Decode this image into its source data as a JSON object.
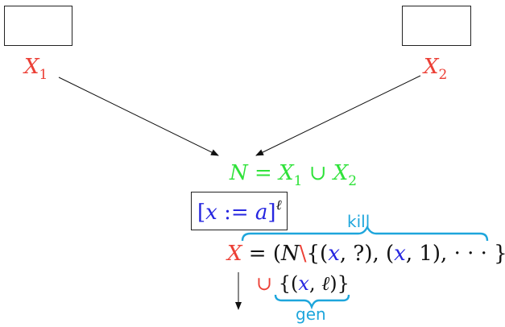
{
  "colors": {
    "red": "#ec3f35",
    "green": "#2fe23a",
    "blue": "#2626e0",
    "cyan": "#1ea6dc",
    "black": "#111111"
  },
  "nodes": {
    "x1": {
      "var": "X",
      "sub": "1"
    },
    "x2": {
      "var": "X",
      "sub": "2"
    }
  },
  "join": {
    "lhs": "N",
    "eq": "=",
    "a_var": "X",
    "a_sub": "1",
    "union": "∪",
    "b_var": "X",
    "b_sub": "2"
  },
  "assign": {
    "open": "[",
    "var": "x",
    "op": ":=",
    "expr": "a",
    "close": "]",
    "label": "ℓ"
  },
  "result": {
    "lhs": "X",
    "eq": "=",
    "paren_open": "(",
    "n": "N",
    "setminus": "\\",
    "kill_set_open": "{(",
    "kill_x1": "x",
    "kill_mid1": ", ?), (",
    "kill_x2": "x",
    "kill_mid2": ", 1), · · · }",
    "paren_close": ")",
    "union": "∪",
    "gen_open": "{(",
    "gen_x": "x",
    "gen_mid": ", ",
    "gen_label": "ℓ",
    "gen_close": ")}"
  },
  "annotations": {
    "kill": "kill",
    "gen": "gen"
  }
}
